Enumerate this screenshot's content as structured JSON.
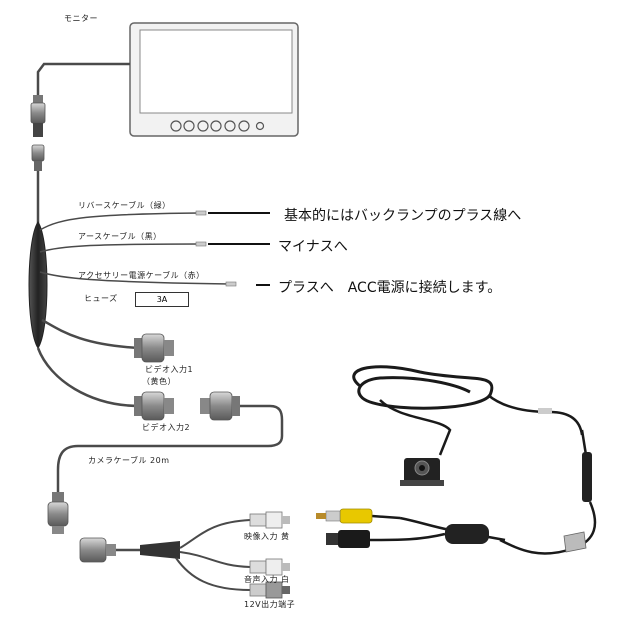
{
  "monitor": {
    "label": "モニター"
  },
  "cables": {
    "reverse": "リバースケーブル（緑）",
    "ground": "アースケーブル（黒）",
    "accessory": "アクセサリー電源ケーブル（赤）",
    "fuse_label": "ヒューズ",
    "fuse_value": "3A"
  },
  "notes": {
    "reverse": "基本的にはバックランプのプラス線へ",
    "ground": "マイナスへ",
    "accessory": "プラスへ　ACC電源に接続します。"
  },
  "inputs": {
    "video1_line1": "ビデオ入力1",
    "video1_line2": "（黄色）",
    "video2": "ビデオ入力2",
    "camera_cable": "カメラケーブル 20m",
    "video_in": "映像入力 黄",
    "audio_in": "音声入力 白",
    "power_out": "12V出力端子"
  },
  "colors": {
    "wire": "#4a4a4a",
    "connector": "#8a8a8a",
    "rca_yellow": "#e8c800",
    "screen_fill": "#ffffff"
  }
}
